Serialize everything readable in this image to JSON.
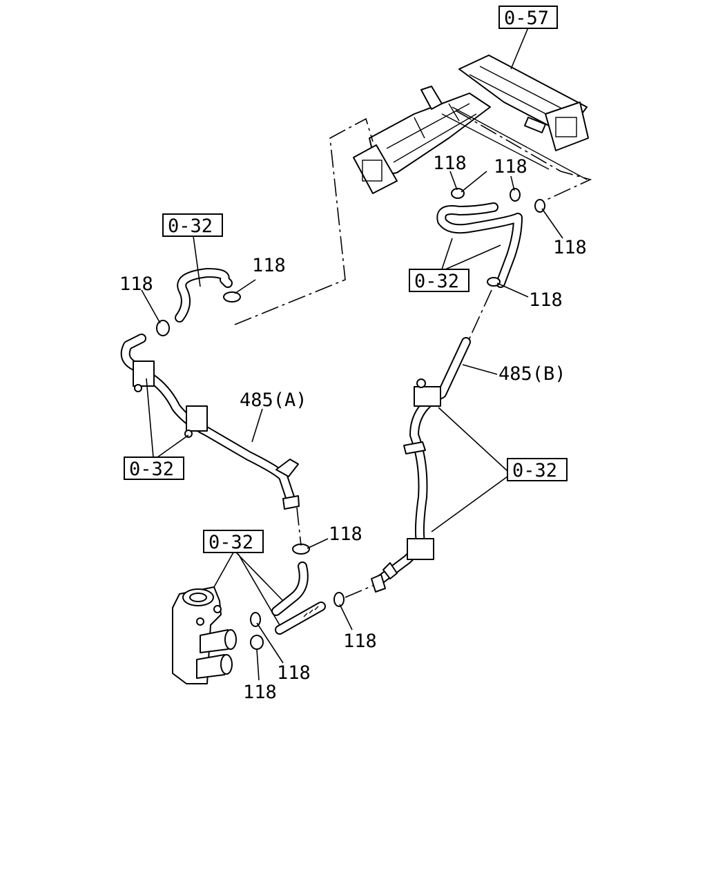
{
  "diagram": {
    "callouts": {
      "ref_0_57": "0-57",
      "ref_0_32_upper_left": "0-32",
      "ref_0_32_upper_right": "0-32",
      "ref_0_32_mid_left": "0-32",
      "ref_0_32_mid_right": "0-32",
      "ref_0_32_lower": "0-32",
      "pipe_a": "485(A)",
      "pipe_b": "485(B)",
      "clamp": "118"
    }
  }
}
